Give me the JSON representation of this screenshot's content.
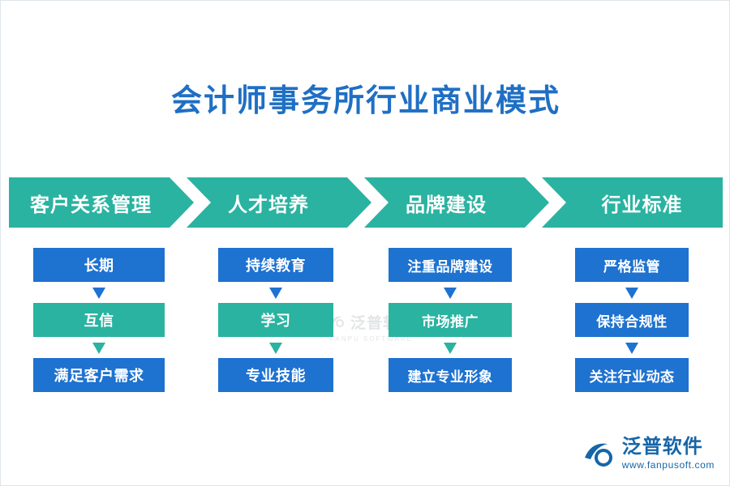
{
  "page": {
    "title": "会计师事务所行业商业模式",
    "title_color": "#1f6fc4",
    "background": "#ffffff"
  },
  "colors": {
    "teal": "#2ab3a1",
    "blue": "#1e72d0",
    "title_blue": "#1f6fc4",
    "logo_blue": "#1565a8"
  },
  "watermark": {
    "text": "泛普软件",
    "subtext": "FANPU SOFTWARE"
  },
  "chart_data": {
    "type": "diagram",
    "title": "会计师事务所行业商业模式",
    "stages": [
      {
        "label": "客户关系管理",
        "color": "#2ab3a1",
        "items": [
          {
            "label": "长期",
            "color": "#1e72d0"
          },
          {
            "label": "互信",
            "color": "#2ab3a1"
          },
          {
            "label": "满足客户需求",
            "color": "#1e72d0"
          }
        ]
      },
      {
        "label": "人才培养",
        "color": "#2ab3a1",
        "items": [
          {
            "label": "持续教育",
            "color": "#1e72d0"
          },
          {
            "label": "学习",
            "color": "#2ab3a1"
          },
          {
            "label": "专业技能",
            "color": "#1e72d0"
          }
        ]
      },
      {
        "label": "品牌建设",
        "color": "#2ab3a1",
        "items": [
          {
            "label": "注重品牌建设",
            "color": "#1e72d0"
          },
          {
            "label": "市场推广",
            "color": "#2ab3a1"
          },
          {
            "label": "建立专业形象",
            "color": "#1e72d0"
          }
        ]
      },
      {
        "label": "行业标准",
        "color": "#2ab3a1",
        "items": [
          {
            "label": "严格监管",
            "color": "#1e72d0"
          },
          {
            "label": "保持合规性",
            "color": "#1e72d0"
          },
          {
            "label": "关注行业动态",
            "color": "#1e72d0"
          }
        ]
      }
    ]
  },
  "logo": {
    "name": "泛普软件",
    "url": "www.fanpusoft.com"
  }
}
